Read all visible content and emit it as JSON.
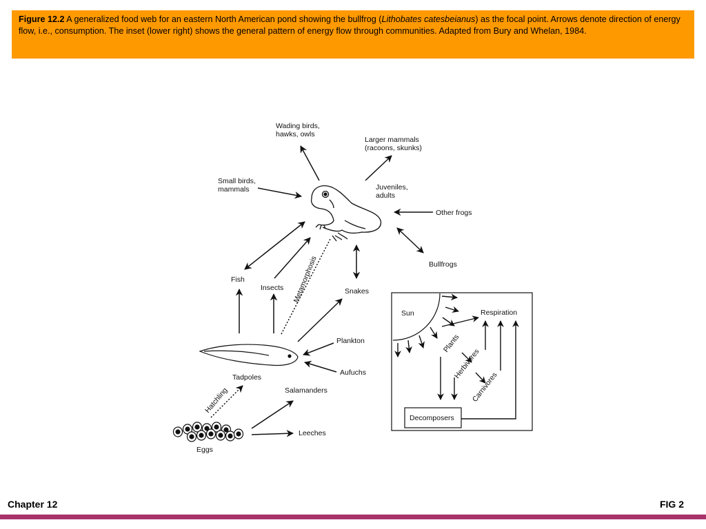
{
  "caption": {
    "label": "Figure 12.2",
    "text_a": " A generalized food web for an eastern North American pond showing the bullfrog (",
    "species": "Lithobates catesbeianus",
    "text_b": ") as the focal point. Arrows denote direction of energy flow, i.e., consumption. The inset (lower right) shows the general pattern of energy flow through communities. Adapted from Bury and Whelan, 1984."
  },
  "diagram": {
    "wading_birds": [
      "Wading birds,",
      "hawks, owls"
    ],
    "larger_mammals": [
      "Larger mammals",
      "(racoons, skunks)"
    ],
    "small_birds": [
      "Small birds,",
      "mammals"
    ],
    "juveniles": [
      "Juveniles,",
      "adults"
    ],
    "other_frogs": "Other frogs",
    "bullfrogs": "Bullfrogs",
    "fish": "Fish",
    "insects": "Insects",
    "metamorphosis": "Metamorphosis",
    "snakes": "Snakes",
    "plankton": "Plankton",
    "aufuchs": "Aufuchs",
    "tadpoles": "Tadpoles",
    "hatchling": "Hatchling",
    "salamanders": "Salamanders",
    "leeches": "Leeches",
    "eggs": "Eggs"
  },
  "inset": {
    "sun": "Sun",
    "respiration": "Respiration",
    "plants": "Plants",
    "herbivores": "Herbivores",
    "carnivores": "Carnivores",
    "decomposers": "Decomposers"
  },
  "footer": {
    "chapter": "Chapter 12",
    "fig": "FIG 2"
  },
  "colors": {
    "caption_bg": "#ff9900",
    "footer_bar": "#a8336b"
  }
}
